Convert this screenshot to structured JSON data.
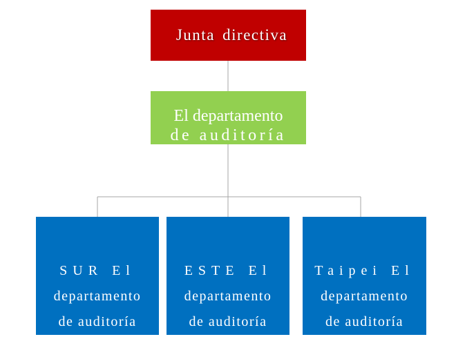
{
  "org_chart": {
    "root": {
      "label": "Junta directiva",
      "color": "#c00000"
    },
    "middle": {
      "line1": "El departamento",
      "line2": "de auditoría",
      "color": "#92d050"
    },
    "children": [
      {
        "line1": "SUR El",
        "line2": "departamento",
        "line3": "de auditoría"
      },
      {
        "line1": "ESTE El",
        "line2": "departamento",
        "line3": "de auditoría"
      },
      {
        "line1": "Taipei El",
        "line2": "departamento",
        "line3": "de auditoría"
      }
    ],
    "children_color": "#0070c0",
    "connector_color": "#a6a6a6"
  }
}
